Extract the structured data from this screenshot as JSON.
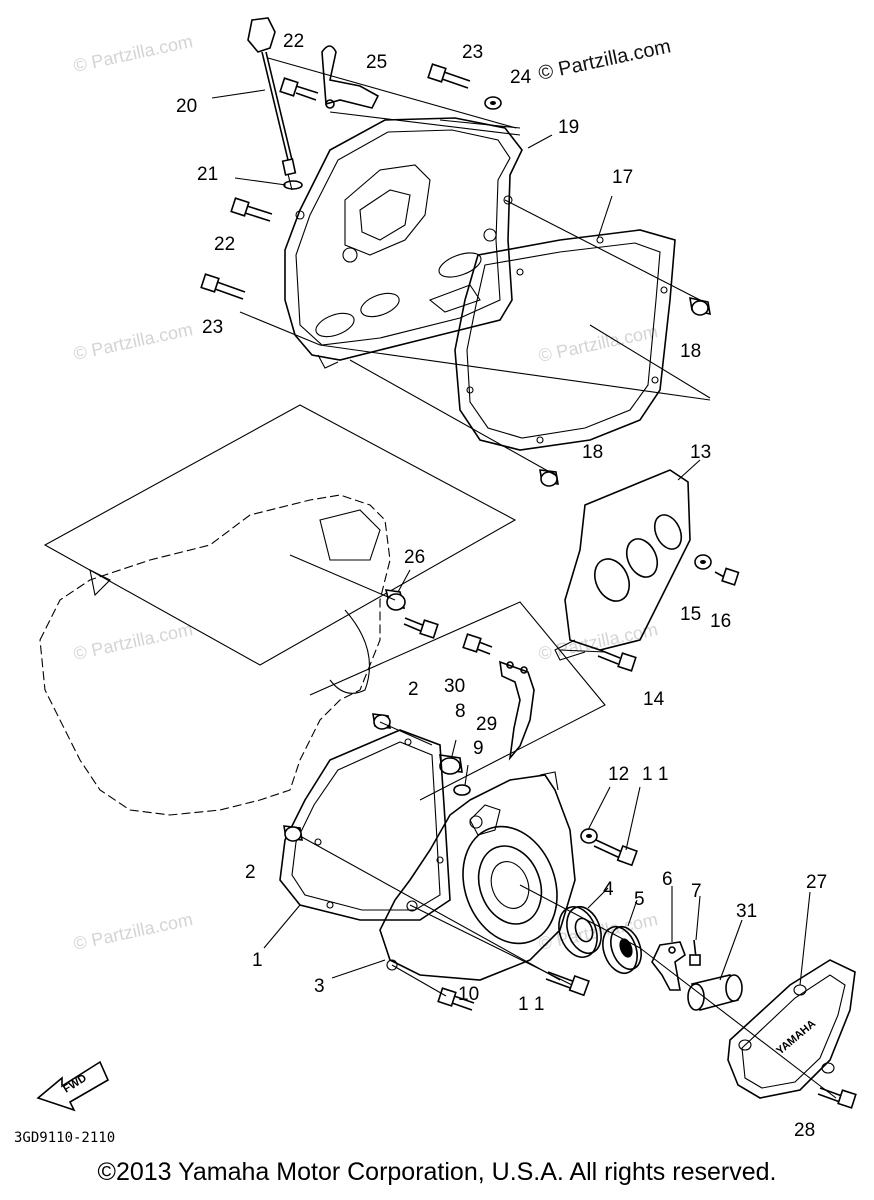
{
  "watermarks": {
    "brand": "© Partzilla.com",
    "light": "© Partzilla.com"
  },
  "part_numbers": [
    "1",
    "2",
    "2",
    "3",
    "4",
    "5",
    "6",
    "7",
    "8",
    "9",
    "10",
    "11",
    "11",
    "12",
    "13",
    "14",
    "15",
    "16",
    "17",
    "18",
    "18",
    "19",
    "20",
    "21",
    "22",
    "22",
    "23",
    "23",
    "24",
    "25",
    "26",
    "27",
    "28",
    "29",
    "30",
    "31"
  ],
  "labels": {
    "p1": "1",
    "p2a": "2",
    "p2b": "2",
    "p3": "3",
    "p4": "4",
    "p5": "5",
    "p6": "6",
    "p7": "7",
    "p8": "8",
    "p9": "9",
    "p10": "10",
    "p11a": "1 1",
    "p11b": "1 1",
    "p12": "12",
    "p13": "13",
    "p14": "14",
    "p15": "15",
    "p16": "16",
    "p17": "17",
    "p18a": "18",
    "p18b": "18",
    "p19": "19",
    "p20": "20",
    "p21": "21",
    "p22a": "22",
    "p22b": "22",
    "p23a": "23",
    "p23b": "23",
    "p24": "24",
    "p25": "25",
    "p26": "26",
    "p27": "27",
    "p28": "28",
    "p29": "29",
    "p30": "30",
    "p31": "31"
  },
  "fwd_label": "FWD",
  "cover_brand": "YAMAHA",
  "diagram_code": "3GD9110-2110",
  "copyright": "©2013  Yamaha Motor Corporation, U.S.A. All rights reserved."
}
